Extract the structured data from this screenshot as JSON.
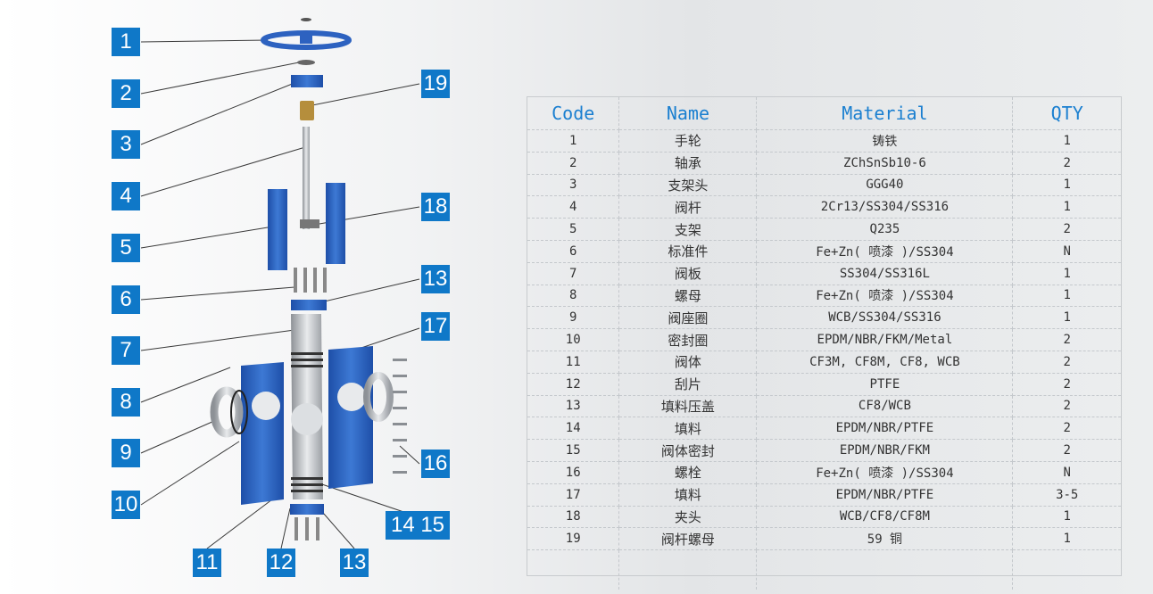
{
  "callouts": {
    "c1": "1",
    "c2": "2",
    "c3": "3",
    "c4": "4",
    "c5": "5",
    "c6": "6",
    "c7": "7",
    "c8": "8",
    "c9": "9",
    "c10": "10",
    "c11": "11",
    "c12": "12",
    "c13a": "13",
    "c13b": "13",
    "c14_15": "14 15",
    "c16": "16",
    "c17": "17",
    "c18": "18",
    "c19": "19"
  },
  "table": {
    "headers": {
      "code": "Code",
      "name": "Name",
      "material": "Material",
      "qty": "QTY"
    },
    "rows": [
      {
        "code": "1",
        "name": "手轮",
        "material": "铸铁",
        "qty": "1"
      },
      {
        "code": "2",
        "name": "轴承",
        "material": "ZChSnSb10-6",
        "qty": "2"
      },
      {
        "code": "3",
        "name": "支架头",
        "material": "GGG40",
        "qty": "1"
      },
      {
        "code": "4",
        "name": "阀杆",
        "material": "2Cr13/SS304/SS316",
        "qty": "1"
      },
      {
        "code": "5",
        "name": "支架",
        "material": "Q235",
        "qty": "2"
      },
      {
        "code": "6",
        "name": "标准件",
        "material": "Fe+Zn( 喷漆 )/SS304",
        "qty": "N"
      },
      {
        "code": "7",
        "name": "阀板",
        "material": "SS304/SS316L",
        "qty": "1"
      },
      {
        "code": "8",
        "name": "螺母",
        "material": "Fe+Zn( 喷漆 )/SS304",
        "qty": "1"
      },
      {
        "code": "9",
        "name": "阀座圈",
        "material": "WCB/SS304/SS316",
        "qty": "1"
      },
      {
        "code": "10",
        "name": "密封圈",
        "material": "EPDM/NBR/FKM/Metal",
        "qty": "2"
      },
      {
        "code": "11",
        "name": "阀体",
        "material": "CF3M, CF8M, CF8, WCB",
        "qty": "2"
      },
      {
        "code": "12",
        "name": "刮片",
        "material": "PTFE",
        "qty": "2"
      },
      {
        "code": "13",
        "name": "填料压盖",
        "material": "CF8/WCB",
        "qty": "2"
      },
      {
        "code": "14",
        "name": "填料",
        "material": "EPDM/NBR/PTFE",
        "qty": "2"
      },
      {
        "code": "15",
        "name": "阀体密封",
        "material": "EPDM/NBR/FKM",
        "qty": "2"
      },
      {
        "code": "16",
        "name": "螺栓",
        "material": "Fe+Zn( 喷漆 )/SS304",
        "qty": "N"
      },
      {
        "code": "17",
        "name": "填料",
        "material": "EPDM/NBR/PTFE",
        "qty": "3-5"
      },
      {
        "code": "18",
        "name": "夹头",
        "material": "WCB/CF8/CF8M",
        "qty": "1"
      },
      {
        "code": "19",
        "name": "阀杆螺母",
        "material": "59 铜",
        "qty": "1"
      }
    ]
  },
  "colors": {
    "accent": "#0f78c8",
    "part_blue": "#2f62b8",
    "steel": "#b9bcc0"
  }
}
